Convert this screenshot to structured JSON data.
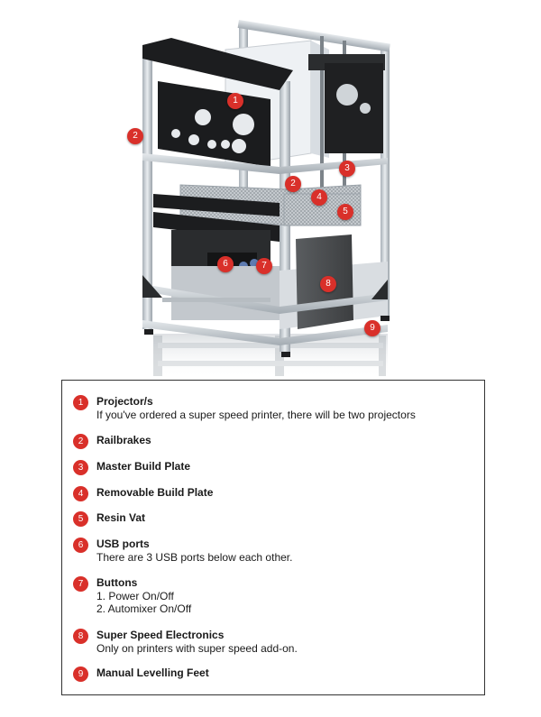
{
  "colors": {
    "marker_red": "#d9302a",
    "frame_border": "#333333"
  },
  "legend": [
    {
      "num": "1",
      "title": "Projector/s",
      "desc": [
        "If you've ordered a super speed printer, there will be two projectors"
      ]
    },
    {
      "num": "2",
      "title": "Railbrakes",
      "desc": []
    },
    {
      "num": "3",
      "title": "Master Build Plate",
      "desc": []
    },
    {
      "num": "4",
      "title": "Removable Build Plate",
      "desc": []
    },
    {
      "num": "5",
      "title": "Resin Vat",
      "desc": []
    },
    {
      "num": "6",
      "title": "USB ports",
      "desc": [
        "There are 3 USB ports below each other."
      ]
    },
    {
      "num": "7",
      "title": "Buttons",
      "desc": [
        "1. Power On/Off",
        "2. Automixer On/Off"
      ]
    },
    {
      "num": "8",
      "title": "Super Speed Electronics",
      "desc": [
        "Only on printers with super speed add-on."
      ]
    },
    {
      "num": "9",
      "title": "Manual Levelling Feet",
      "desc": []
    }
  ],
  "markers": [
    {
      "num": "1"
    },
    {
      "num": "2"
    },
    {
      "num": "2"
    },
    {
      "num": "3"
    },
    {
      "num": "4"
    },
    {
      "num": "5"
    },
    {
      "num": "6"
    },
    {
      "num": "7"
    },
    {
      "num": "8"
    },
    {
      "num": "9"
    }
  ]
}
